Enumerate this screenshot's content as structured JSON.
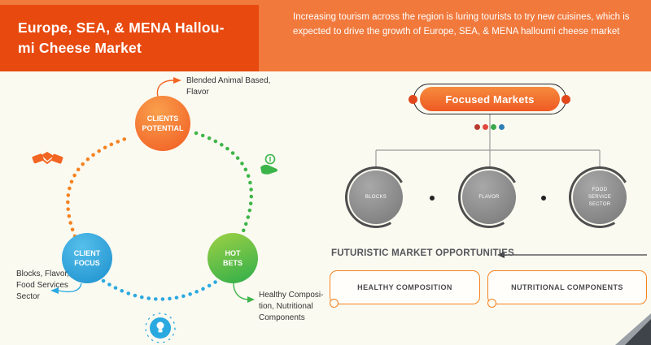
{
  "palette": {
    "band_bg": "#f1793c",
    "title_bg": "#e8490f",
    "canvas_bg": "#fbfaf1",
    "orange": "#f58220",
    "blue": "#2aa9e0",
    "green": "#3fb549",
    "gray_node": "#8b8b8b"
  },
  "header": {
    "title": "Europe, SEA, & MENA Hallou-\nmi Cheese Market",
    "description": "Increasing tourism across the region is luring tourists to try new cuisines, which is expected to drive the growth of Europe, SEA, & MENA halloumi cheese market"
  },
  "left_diagram": {
    "nodes": [
      {
        "label": "CLIENTS\nPOTENTIAL",
        "color": "#f58220",
        "annotation": "Blended Animal Based,\nFlavor"
      },
      {
        "label": "CLIENT\nFOCUS",
        "color": "#2aa9e0",
        "annotation": "Blocks, Flavor,\nFood Services\nSector"
      },
      {
        "label": "HOT\nBETS",
        "color": "#3fb549",
        "annotation": "Healthy Composi-\ntion, Nutritional\nComponents"
      }
    ],
    "icons": [
      "handshake-icon",
      "money-hand-icon",
      "idea-bulb-icon"
    ]
  },
  "right_diagram": {
    "root_label": "Focused Markets",
    "legend_dot_colors": [
      "#b83a2e",
      "#e2483d",
      "#3aa94d",
      "#2e7fb5"
    ],
    "children": [
      "BLOCKS",
      "FLAVOR",
      "FOOD\nSERVICE\nSECTOR"
    ],
    "opportunities_title": "FUTURISTIC MARKET OPPORTUNITIES",
    "opportunities": [
      "HEALTHY COMPOSITION",
      "NUTRITIONAL COMPONENTS"
    ]
  }
}
